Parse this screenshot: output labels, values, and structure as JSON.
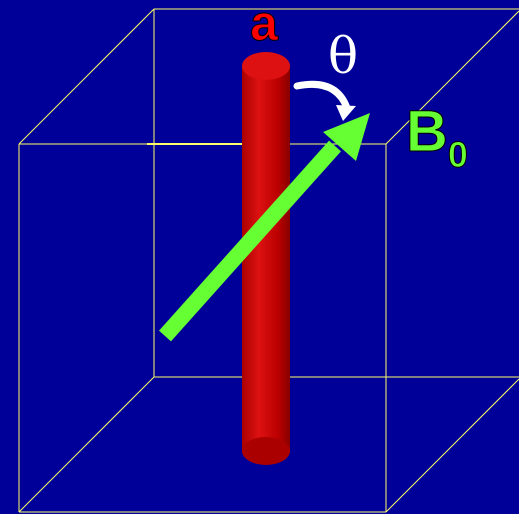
{
  "colors": {
    "background": "#000099",
    "cube_edges": "#ffff66",
    "cylinder": "#cc0000",
    "field_arrow": "#66ff33",
    "label_a": "#ff0000",
    "label_theta": "#ffffff",
    "label_b": "#66ff33"
  },
  "labels": {
    "cylinder": "a",
    "angle": "θ",
    "field": "B",
    "field_subscript": "0"
  }
}
